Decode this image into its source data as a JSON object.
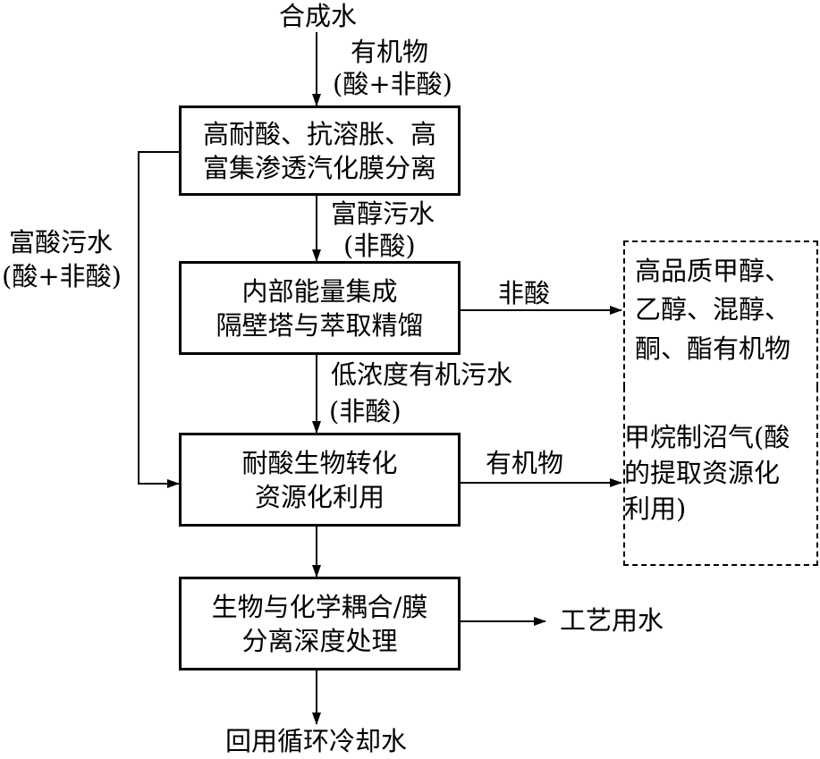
{
  "input": {
    "water": "合成水",
    "organics_line1": "有机物",
    "organics_line2": "(酸+非酸)"
  },
  "boxes": {
    "membrane": {
      "line1": "高耐酸、抗溶胀、高",
      "line2": "富集渗透汽化膜分离"
    },
    "distillation": {
      "line1": "内部能量集成",
      "line2": "隔壁塔与萃取精馏"
    },
    "bioconversion": {
      "line1": "耐酸生物转化",
      "line2": "资源化利用"
    },
    "deep_treatment": {
      "line1": "生物与化学耦合/膜",
      "line2": "分离深度处理"
    }
  },
  "streams": {
    "acid_rich_line1": "富酸污水",
    "acid_rich_line2": "(酸+非酸)",
    "alcohol_rich_line1": "富醇污水",
    "alcohol_rich_line2": "(非酸)",
    "low_conc_line1": "低浓度有机污水",
    "low_conc_line2": "(非酸)",
    "non_acid": "非酸",
    "organics": "有机物",
    "process_water": "工艺用水",
    "cooling_water": "回用循环冷却水"
  },
  "products": {
    "line1": "高品质甲醇、",
    "line2": "乙醇、混醇、",
    "line3": "酮、酯有机物",
    "line4": "甲烷制沼气(酸",
    "line5": "的提取资源化",
    "line6": "利用)"
  }
}
